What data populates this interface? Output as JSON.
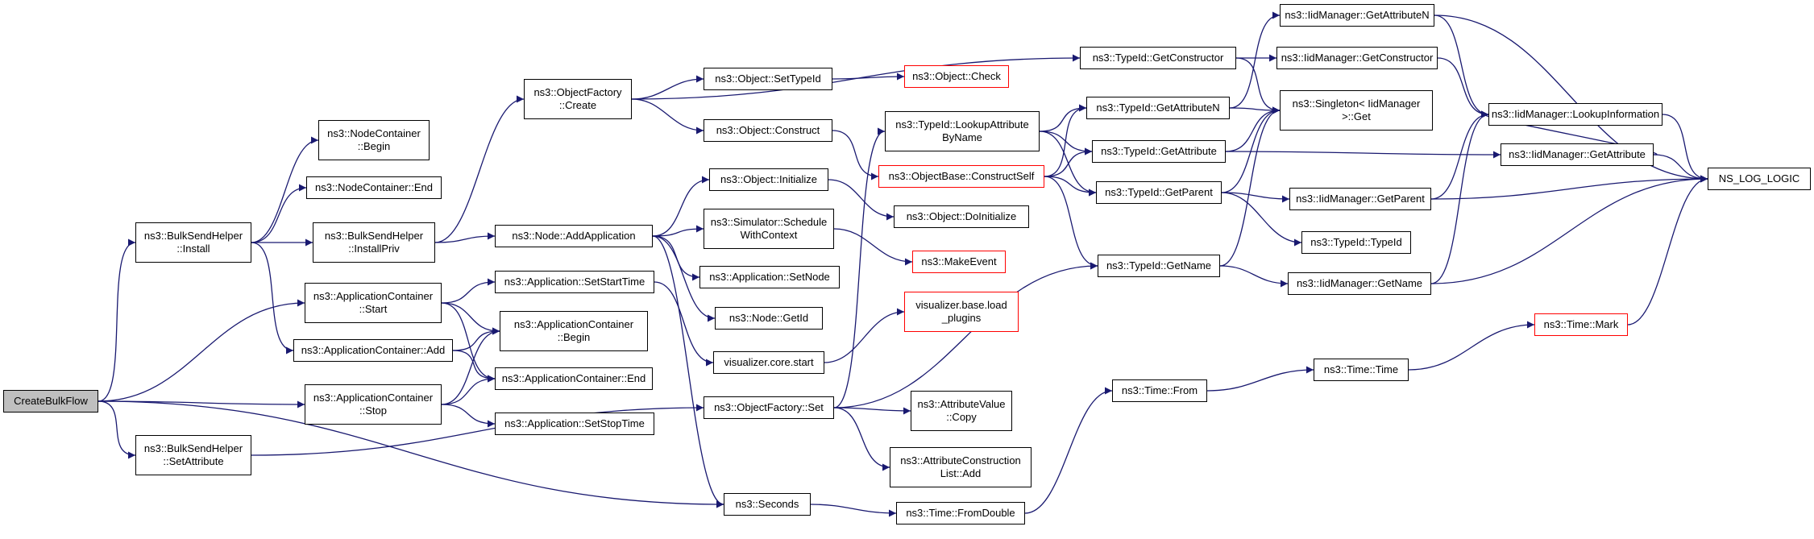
{
  "graph": {
    "edge_color": "#191970",
    "root_fill": "#bfbfbf",
    "truncated_border": "#ff0000",
    "nodes": [
      {
        "id": "createbulkflow",
        "label": "CreateBulkFlow",
        "style": "root"
      },
      {
        "id": "bsh-install",
        "label": "ns3::BulkSendHelper\n::Install"
      },
      {
        "id": "bsh-setattribute",
        "label": "ns3::BulkSendHelper\n::SetAttribute"
      },
      {
        "id": "nc-begin",
        "label": "ns3::NodeContainer\n::Begin"
      },
      {
        "id": "nc-end",
        "label": "ns3::NodeContainer::End"
      },
      {
        "id": "bsh-installpriv",
        "label": "ns3::BulkSendHelper\n::InstallPriv"
      },
      {
        "id": "ac-start",
        "label": "ns3::ApplicationContainer\n::Start"
      },
      {
        "id": "ac-add",
        "label": "ns3::ApplicationContainer::Add"
      },
      {
        "id": "ac-stop",
        "label": "ns3::ApplicationContainer\n::Stop"
      },
      {
        "id": "of-create",
        "label": "ns3::ObjectFactory\n::Create"
      },
      {
        "id": "node-addapplication",
        "label": "ns3::Node::AddApplication"
      },
      {
        "id": "app-setstarttime",
        "label": "ns3::Application::SetStartTime"
      },
      {
        "id": "ac-begin",
        "label": "ns3::ApplicationContainer\n::Begin"
      },
      {
        "id": "ac-end",
        "label": "ns3::ApplicationContainer::End"
      },
      {
        "id": "app-setstoptime",
        "label": "ns3::Application::SetStopTime"
      },
      {
        "id": "obj-settypeid",
        "label": "ns3::Object::SetTypeId"
      },
      {
        "id": "obj-construct",
        "label": "ns3::Object::Construct"
      },
      {
        "id": "obj-initialize",
        "label": "ns3::Object::Initialize"
      },
      {
        "id": "sim-schedulewithcontext",
        "label": "ns3::Simulator::Schedule\nWithContext"
      },
      {
        "id": "app-setnode",
        "label": "ns3::Application::SetNode"
      },
      {
        "id": "node-getid",
        "label": "ns3::Node::GetId"
      },
      {
        "id": "viz-core-start",
        "label": "visualizer.core.start"
      },
      {
        "id": "of-set",
        "label": "ns3::ObjectFactory::Set"
      },
      {
        "id": "seconds",
        "label": "ns3::Seconds"
      },
      {
        "id": "obj-check",
        "label": "ns3::Object::Check",
        "style": "red"
      },
      {
        "id": "tid-lookupattributebyname",
        "label": "ns3::TypeId::LookupAttribute\nByName"
      },
      {
        "id": "objbase-constructself",
        "label": "ns3::ObjectBase::ConstructSelf",
        "style": "red"
      },
      {
        "id": "obj-doinitialize",
        "label": "ns3::Object::DoInitialize"
      },
      {
        "id": "makeevent",
        "label": "ns3::MakeEvent",
        "style": "red"
      },
      {
        "id": "viz-base-loadplugins",
        "label": "visualizer.base.load\n_plugins",
        "style": "red"
      },
      {
        "id": "attrval-copy",
        "label": "ns3::AttributeValue\n::Copy"
      },
      {
        "id": "attrconstructionlist-add",
        "label": "ns3::AttributeConstruction\nList::Add"
      },
      {
        "id": "time-fromdouble",
        "label": "ns3::Time::FromDouble"
      },
      {
        "id": "tid-getconstructor",
        "label": "ns3::TypeId::GetConstructor"
      },
      {
        "id": "tid-getattributen",
        "label": "ns3::TypeId::GetAttributeN"
      },
      {
        "id": "tid-getattribute",
        "label": "ns3::TypeId::GetAttribute"
      },
      {
        "id": "tid-getparent",
        "label": "ns3::TypeId::GetParent"
      },
      {
        "id": "tid-getname",
        "label": "ns3::TypeId::GetName"
      },
      {
        "id": "time-from",
        "label": "ns3::Time::From"
      },
      {
        "id": "iidm-getattributen",
        "label": "ns3::IidManager::GetAttributeN"
      },
      {
        "id": "iidm-getconstructor",
        "label": "ns3::IidManager::GetConstructor"
      },
      {
        "id": "singleton-get",
        "label": "ns3::Singleton< IidManager\n>::Get"
      },
      {
        "id": "tid-typeid",
        "label": "ns3::TypeId::TypeId"
      },
      {
        "id": "iidm-getparent",
        "label": "ns3::IidManager::GetParent"
      },
      {
        "id": "iidm-getname",
        "label": "ns3::IidManager::GetName"
      },
      {
        "id": "time-time",
        "label": "ns3::Time::Time"
      },
      {
        "id": "iidm-lookupinformation",
        "label": "ns3::IidManager::LookupInformation"
      },
      {
        "id": "iidm-getattribute",
        "label": "ns3::IidManager::GetAttribute"
      },
      {
        "id": "time-mark",
        "label": "ns3::Time::Mark",
        "style": "red"
      },
      {
        "id": "ns-log-logic",
        "label": "NS_LOG_LOGIC"
      }
    ],
    "edges": [
      [
        "createbulkflow",
        "bsh-install"
      ],
      [
        "createbulkflow",
        "ac-start"
      ],
      [
        "createbulkflow",
        "ac-stop"
      ],
      [
        "createbulkflow",
        "bsh-setattribute"
      ],
      [
        "createbulkflow",
        "seconds"
      ],
      [
        "bsh-install",
        "nc-begin"
      ],
      [
        "bsh-install",
        "nc-end"
      ],
      [
        "bsh-install",
        "bsh-installpriv"
      ],
      [
        "bsh-install",
        "ac-add"
      ],
      [
        "bsh-installpriv",
        "of-create"
      ],
      [
        "bsh-installpriv",
        "node-addapplication"
      ],
      [
        "bsh-setattribute",
        "of-set"
      ],
      [
        "ac-start",
        "app-setstarttime"
      ],
      [
        "ac-start",
        "ac-begin"
      ],
      [
        "ac-start",
        "ac-end"
      ],
      [
        "ac-add",
        "ac-begin"
      ],
      [
        "ac-add",
        "ac-end"
      ],
      [
        "ac-stop",
        "ac-begin"
      ],
      [
        "ac-stop",
        "ac-end"
      ],
      [
        "ac-stop",
        "app-setstoptime"
      ],
      [
        "app-setstarttime",
        "viz-core-start"
      ],
      [
        "of-create",
        "tid-getconstructor"
      ],
      [
        "of-create",
        "obj-settypeid"
      ],
      [
        "of-create",
        "obj-construct"
      ],
      [
        "obj-settypeid",
        "obj-check"
      ],
      [
        "obj-construct",
        "objbase-constructself"
      ],
      [
        "node-addapplication",
        "obj-initialize"
      ],
      [
        "node-addapplication",
        "sim-schedulewithcontext"
      ],
      [
        "node-addapplication",
        "app-setnode"
      ],
      [
        "node-addapplication",
        "node-getid"
      ],
      [
        "node-addapplication",
        "seconds"
      ],
      [
        "obj-initialize",
        "obj-doinitialize"
      ],
      [
        "sim-schedulewithcontext",
        "makeevent"
      ],
      [
        "viz-core-start",
        "viz-base-loadplugins"
      ],
      [
        "of-set",
        "tid-lookupattributebyname"
      ],
      [
        "of-set",
        "tid-getname"
      ],
      [
        "of-set",
        "attrval-copy"
      ],
      [
        "of-set",
        "attrconstructionlist-add"
      ],
      [
        "seconds",
        "time-fromdouble"
      ],
      [
        "time-fromdouble",
        "time-from"
      ],
      [
        "tid-lookupattributebyname",
        "tid-getattributen"
      ],
      [
        "tid-lookupattributebyname",
        "tid-getattribute"
      ],
      [
        "tid-lookupattributebyname",
        "tid-getparent"
      ],
      [
        "objbase-constructself",
        "tid-getattributen"
      ],
      [
        "objbase-constructself",
        "tid-getattribute"
      ],
      [
        "objbase-constructself",
        "tid-getparent"
      ],
      [
        "objbase-constructself",
        "tid-getname"
      ],
      [
        "tid-getconstructor",
        "iidm-getconstructor"
      ],
      [
        "tid-getconstructor",
        "singleton-get"
      ],
      [
        "tid-getattributen",
        "iidm-getattributen"
      ],
      [
        "tid-getattributen",
        "singleton-get"
      ],
      [
        "tid-getattribute",
        "singleton-get"
      ],
      [
        "tid-getattribute",
        "iidm-getattribute"
      ],
      [
        "tid-getparent",
        "singleton-get"
      ],
      [
        "tid-getparent",
        "iidm-getparent"
      ],
      [
        "tid-getparent",
        "tid-typeid"
      ],
      [
        "tid-getname",
        "singleton-get"
      ],
      [
        "tid-getname",
        "iidm-getname"
      ],
      [
        "time-from",
        "time-time"
      ],
      [
        "time-time",
        "time-mark"
      ],
      [
        "time-mark",
        "ns-log-logic"
      ],
      [
        "iidm-getattributen",
        "iidm-lookupinformation"
      ],
      [
        "iidm-getattributen",
        "ns-log-logic"
      ],
      [
        "iidm-getconstructor",
        "iidm-lookupinformation"
      ],
      [
        "iidm-getattribute",
        "iidm-lookupinformation"
      ],
      [
        "iidm-getattribute",
        "ns-log-logic"
      ],
      [
        "iidm-getparent",
        "iidm-lookupinformation"
      ],
      [
        "iidm-getparent",
        "ns-log-logic"
      ],
      [
        "iidm-getname",
        "iidm-lookupinformation"
      ],
      [
        "iidm-getname",
        "ns-log-logic"
      ],
      [
        "iidm-lookupinformation",
        "ns-log-logic"
      ]
    ]
  }
}
